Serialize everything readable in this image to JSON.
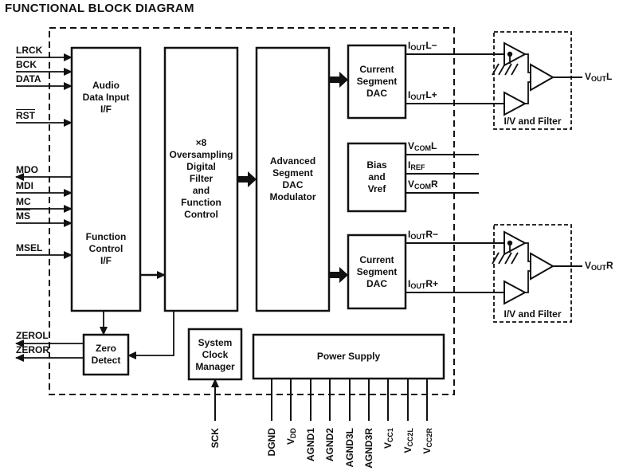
{
  "colors": {
    "ink": "#111111",
    "paper": "#ffffff"
  },
  "title": "FUNCTIONAL BLOCK DIAGRAM",
  "blocks": {
    "audio_if": {
      "group1": [
        "Audio",
        "Data Input",
        "I/F"
      ],
      "group2": [
        "Function",
        "Control",
        "I/F"
      ]
    },
    "oversampling_filter": {
      "lines": [
        "×8",
        "Oversampling",
        "Digital",
        "Filter",
        "and",
        "Function",
        "Control"
      ]
    },
    "dac_modulator": {
      "lines": [
        "Advanced",
        "Segment",
        "DAC",
        "Modulator"
      ]
    },
    "current_dac_l": {
      "lines": [
        "Current",
        "Segment",
        "DAC"
      ]
    },
    "bias_vref": {
      "lines": [
        "Bias",
        "and",
        "Vref"
      ]
    },
    "current_dac_r": {
      "lines": [
        "Current",
        "Segment",
        "DAC"
      ]
    },
    "zero_detect": {
      "lines": [
        "Zero",
        "Detect"
      ]
    },
    "system_clock": {
      "lines": [
        "System",
        "Clock",
        "Manager"
      ]
    },
    "power_supply": {
      "label": "Power Supply"
    },
    "iv_filter_l": {
      "label": "I/V and Filter"
    },
    "iv_filter_r": {
      "label": "I/V and Filter"
    }
  },
  "left_pins": [
    {
      "name": "LRCK",
      "direction": "in"
    },
    {
      "name": "BCK",
      "direction": "in"
    },
    {
      "name": "DATA",
      "direction": "in"
    },
    {
      "name": "RST",
      "direction": "in",
      "overline": true
    },
    {
      "name": "MDO",
      "direction": "out"
    },
    {
      "name": "MDI",
      "direction": "in"
    },
    {
      "name": "MC",
      "direction": "in"
    },
    {
      "name": "MS",
      "direction": "in",
      "overline": true
    },
    {
      "name": "MSEL",
      "direction": "in"
    },
    {
      "name": "ZEROL",
      "direction": "out"
    },
    {
      "name": "ZEROR",
      "direction": "out"
    }
  ],
  "right_pins": [
    {
      "base": "I",
      "sub": "OUT",
      "post": "L−"
    },
    {
      "base": "I",
      "sub": "OUT",
      "post": "L+"
    },
    {
      "base": "V",
      "sub": "COM",
      "post": "L"
    },
    {
      "base": "I",
      "sub": "REF",
      "post": ""
    },
    {
      "base": "V",
      "sub": "COM",
      "post": "R"
    },
    {
      "base": "I",
      "sub": "OUT",
      "post": "R−"
    },
    {
      "base": "I",
      "sub": "OUT",
      "post": "R+"
    }
  ],
  "outputs": [
    {
      "base": "V",
      "sub": "OUT",
      "post": "L"
    },
    {
      "base": "V",
      "sub": "OUT",
      "post": "R"
    }
  ],
  "bottom_pins": {
    "sck": {
      "base": "SCK"
    },
    "supply": [
      {
        "base": "DGND"
      },
      {
        "base": "V",
        "sub": "DD"
      },
      {
        "base": "AGND1"
      },
      {
        "base": "AGND2"
      },
      {
        "base": "AGND3L"
      },
      {
        "base": "AGND3R"
      },
      {
        "base": "V",
        "sub": "CC1"
      },
      {
        "base": "V",
        "sub": "CC2L"
      },
      {
        "base": "V",
        "sub": "CC2R"
      }
    ]
  }
}
